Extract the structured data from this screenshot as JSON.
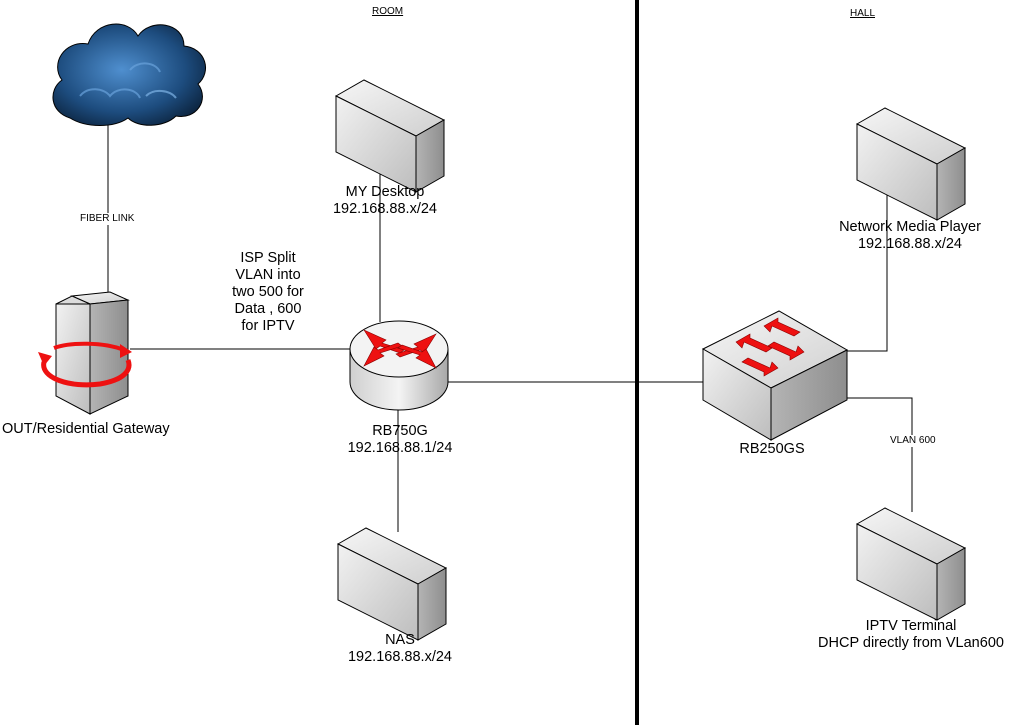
{
  "zones": {
    "room": "ROOM",
    "hall": "HALL"
  },
  "links": {
    "fiber": "FIBER LINK",
    "vlan600": "VLAN 600"
  },
  "note": {
    "isp_split": [
      "ISP Split",
      "VLAN into",
      "two 500 for",
      "Data , 600",
      "for IPTV"
    ]
  },
  "devices": {
    "cloud": {
      "icon": "cloud-icon"
    },
    "gateway": {
      "name": "OUT/Residential Gateway",
      "icon": "server-tower-icon"
    },
    "desktop": {
      "name": "MY Desktop",
      "ip": "192.168.88.x/24",
      "icon": "workstation-box-icon"
    },
    "router": {
      "name": "RB750G",
      "ip": "192.168.88.1/24",
      "icon": "router-icon"
    },
    "nas": {
      "name": "NAS",
      "ip": "192.168.88.x/24",
      "icon": "workstation-box-icon"
    },
    "media_player": {
      "name": "Network Media Player",
      "ip": "192.168.88.x/24",
      "icon": "workstation-box-icon"
    },
    "switch": {
      "name": "RB250GS",
      "icon": "switch-icon"
    },
    "iptv": {
      "name": "IPTV Terminal",
      "detail": "DHCP directly from VLan600",
      "icon": "workstation-box-icon"
    }
  },
  "colors": {
    "device_light": "#ececec",
    "device_dark": "#9a9a9a",
    "arrow_red": "#ee1111",
    "cloud_blue": "#2a5f94"
  }
}
